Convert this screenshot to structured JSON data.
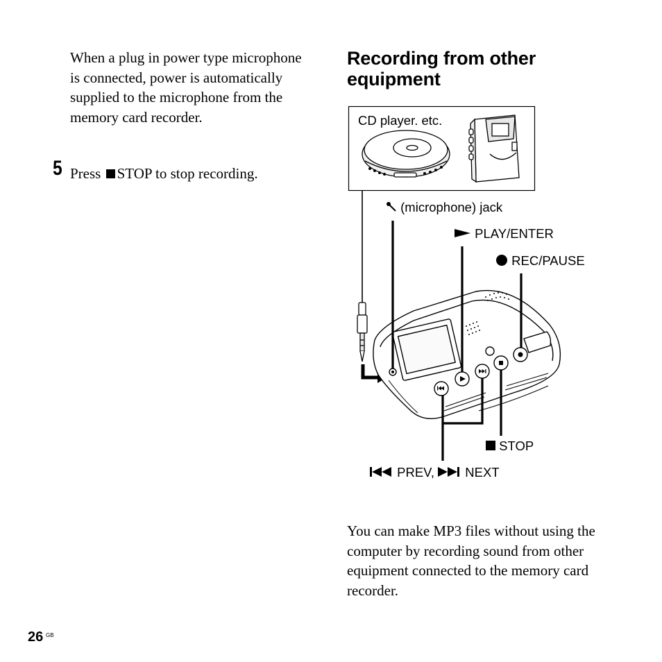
{
  "intro_paragraph": "When a plug in power type microphone is connected, power is automatically supplied to the microphone from the memory card recorder.",
  "step": {
    "number": "5",
    "text_before": "Press",
    "text_after": "STOP to stop recording."
  },
  "section_heading": "Recording from other equipment",
  "figure": {
    "box_label": "CD player. etc.",
    "mic_jack_label": "(microphone) jack",
    "play_label": "PLAY/ENTER",
    "rec_label": "REC/PAUSE",
    "stop_label": "STOP",
    "prev_label": "PREV,",
    "next_label": "NEXT"
  },
  "outro_paragraph": "You can make MP3 files without using the computer by recording sound from other equipment connected to the memory card recorder.",
  "page": {
    "number": "26",
    "suffix": "GB"
  }
}
